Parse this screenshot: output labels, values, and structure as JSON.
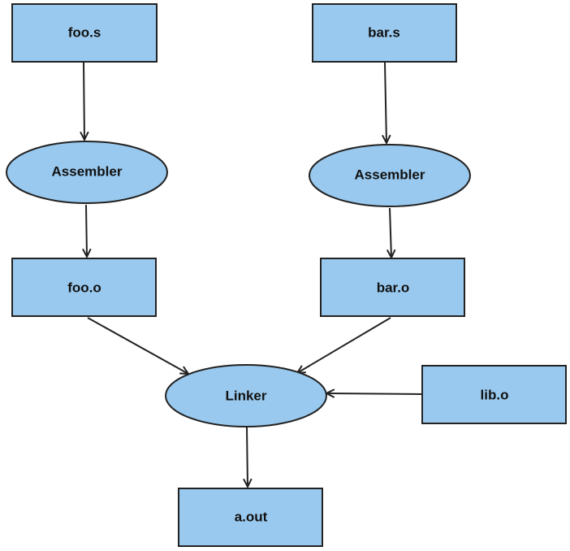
{
  "diagram": {
    "nodes": {
      "foo_s": "foo.s",
      "bar_s": "bar.s",
      "assembler_1": "Assembler",
      "assembler_2": "Assembler",
      "foo_o": "foo.o",
      "bar_o": "bar.o",
      "linker": "Linker",
      "lib_o": "lib.o",
      "a_out": "a.out"
    },
    "edges": [
      {
        "from": "foo.s",
        "to": "Assembler"
      },
      {
        "from": "bar.s",
        "to": "Assembler"
      },
      {
        "from": "Assembler",
        "to": "foo.o"
      },
      {
        "from": "Assembler",
        "to": "bar.o"
      },
      {
        "from": "foo.o",
        "to": "Linker"
      },
      {
        "from": "bar.o",
        "to": "Linker"
      },
      {
        "from": "lib.o",
        "to": "Linker"
      },
      {
        "from": "Linker",
        "to": "a.out"
      }
    ],
    "colors": {
      "node_fill": "#99c9ee",
      "node_stroke": "#222222",
      "edge": "#222222"
    }
  }
}
